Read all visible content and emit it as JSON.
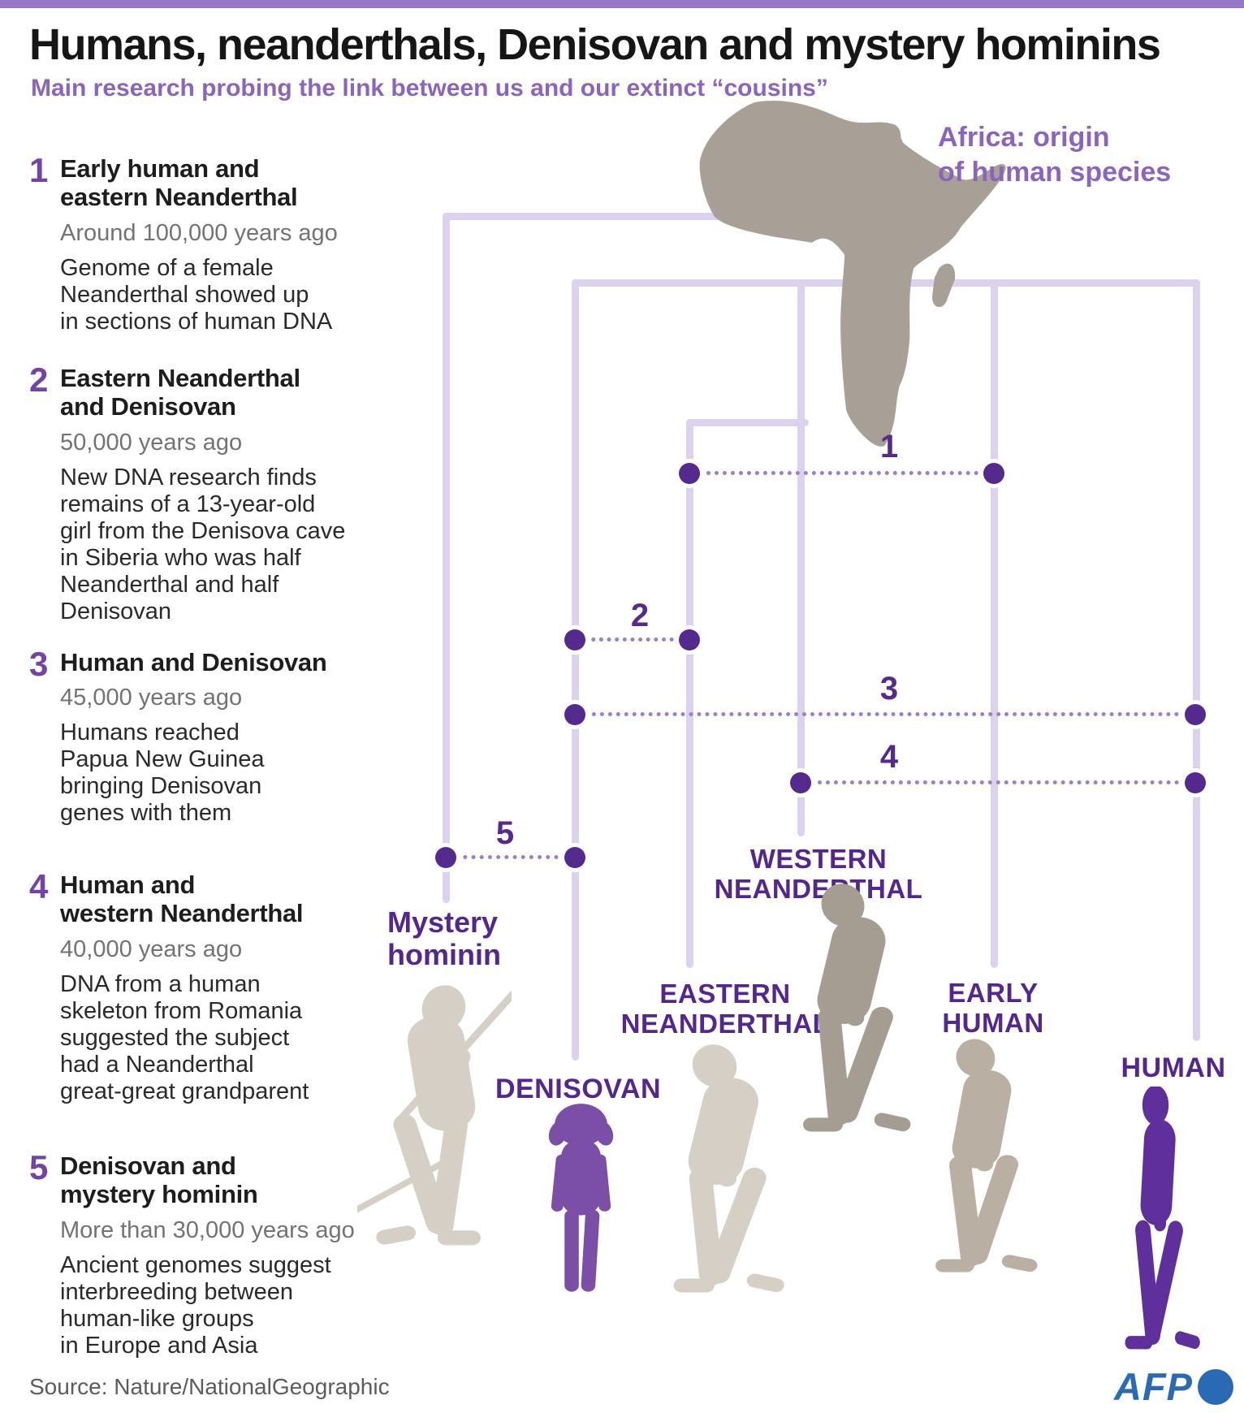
{
  "header": {
    "title": "Humans, neanderthals, Denisovan and mystery hominins",
    "subtitle": "Main research probing the link between us and our extinct “cousins”"
  },
  "africa_label": "Africa: origin\nof human species",
  "events": [
    {
      "num": "1",
      "title": "Early human and\neastern Neanderthal",
      "date": "Around 100,000 years ago",
      "body": "Genome of a female\nNeanderthal showed up\nin sections of human DNA"
    },
    {
      "num": "2",
      "title": "Eastern Neanderthal\nand Denisovan",
      "date": "50,000 years ago",
      "body": "New DNA research finds\nremains of a 13-year-old\ngirl from the Denisova cave\nin Siberia who was half\nNeanderthal and half\nDenisovan"
    },
    {
      "num": "3",
      "title": "Human and Denisovan",
      "date": "45,000 years ago",
      "body": "Humans reached\nPapua New Guinea\nbringing Denisovan\ngenes with them"
    },
    {
      "num": "4",
      "title": "Human and\nwestern Neanderthal",
      "date": "40,000 years ago",
      "body": "DNA from a human\nskeleton from Romania\nsuggested the subject\nhad a Neanderthal\ngreat-great grandparent"
    },
    {
      "num": "5",
      "title": "Denisovan and\nmystery hominin",
      "date": "More than 30,000 years ago",
      "body": "Ancient genomes suggest\ninterbreeding between\nhuman-like groups\nin Europe and Asia"
    }
  ],
  "connections": [
    {
      "label": "1"
    },
    {
      "label": "2"
    },
    {
      "label": "3"
    },
    {
      "label": "4"
    },
    {
      "label": "5"
    }
  ],
  "species": {
    "mystery": "Mystery\nhominin",
    "denisovan": "DENISOVAN",
    "eastern": "EASTERN\nNEANDERTHAL",
    "western": "WESTERN\nNEANDERTHAL",
    "early": "EARLY\nHUMAN",
    "human": "HUMAN"
  },
  "footer": {
    "source": "Source: Nature/NationalGeographic",
    "logo_text": "AFP"
  },
  "colors": {
    "topbar": "#9678c6",
    "accent_purple": "#552a8e",
    "subtitle_purple": "#8a64bd",
    "tree_line": "#dcd2ee",
    "dotted": "#9b7fc9",
    "map_gray": "#a89f96",
    "silhouette_light": "#d6cfc5",
    "silhouette_western": "#a59c92",
    "silhouette_early": "#b9afa3",
    "denisovan_purple": "#7b4ea7",
    "human_purple": "#5f309b",
    "afp_blue": "#2a6ab5"
  }
}
